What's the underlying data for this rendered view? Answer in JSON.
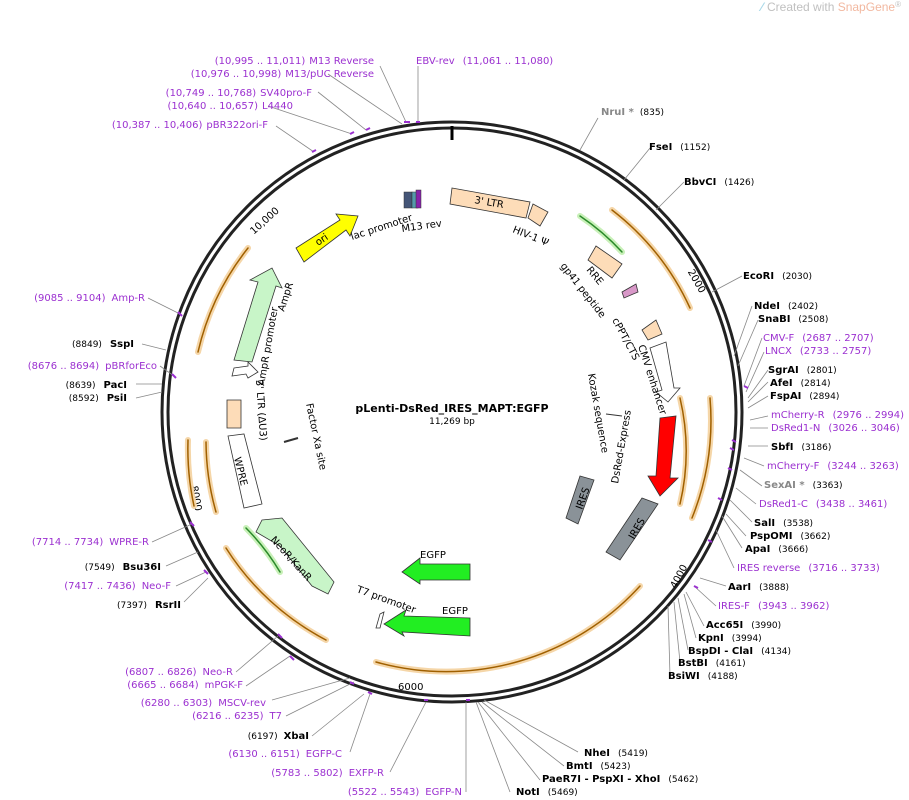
{
  "watermark": {
    "prefix": "Created with ",
    "brand": "SnapGene",
    "reg": "®"
  },
  "plasmid": {
    "name": "pLenti-DsRed_IRES_MAPT:EGFP",
    "size": "11,269 bp"
  },
  "ticks": [
    "2000",
    "4000",
    "6000",
    "8000",
    "10,000"
  ],
  "colors": {
    "primer": "#9b30d0",
    "site": "#000000",
    "grey": "#888888",
    "orange": "#f0a030",
    "gfp": "#22ee22",
    "dsred": "#ff0000",
    "ires": "#8a9298",
    "ampr": "#c8f5c8",
    "ori": "#ffff00",
    "ltr": "#fddcb8"
  },
  "features": {
    "ltr3": "3' LTR",
    "hiv": "HIV-1 Ψ",
    "rre": "RRE",
    "gp41": "gp41 peptide",
    "cppt": "cPPT/CTS",
    "cmv": "CMV enhancer",
    "kozak": "Kozak sequence",
    "dsred": "DsRed-Express",
    "ires1": "IRES",
    "ires2": "IRES",
    "egfp1": "EGFP",
    "egfp2": "EGFP",
    "t7": "T7 promoter",
    "neor": "NeoR/KanR",
    "wpre": "WPRE",
    "ltr3d": "3' LTR (ΔU3)",
    "factorxa": "Factor Xa site",
    "ampr": "AmpR",
    "amppro": "AmpR promoter",
    "ori": "ori",
    "lac": "lac promoter",
    "m13": "M13 rev"
  },
  "labels": {
    "l_m13rev": {
      "name": "M13 Reverse",
      "coord": "(10,995 .. 11,011)"
    },
    "l_m13puc": {
      "name": "M13/pUC Reverse",
      "coord": "(10,976 .. 10,998)"
    },
    "l_sv40": {
      "name": "SV40pro-F",
      "coord": "(10,749 .. 10,768)"
    },
    "l_l4440": {
      "name": "L4440",
      "coord": "(10,640 .. 10,657)"
    },
    "l_pbr322": {
      "name": "pBR322ori-F",
      "coord": "(10,387 .. 10,406)"
    },
    "l_ebv": {
      "name": "EBV-rev",
      "coord": "(11,061 .. 11,080)"
    },
    "l_nrui": {
      "name": "NruI *",
      "coord": "(835)"
    },
    "l_fsei": {
      "name": "FseI",
      "coord": "(1152)"
    },
    "l_bbvci": {
      "name": "BbvCI",
      "coord": "(1426)"
    },
    "l_ecori": {
      "name": "EcoRI",
      "coord": "(2030)"
    },
    "l_ndei": {
      "name": "NdeI",
      "coord": "(2402)"
    },
    "l_snabi": {
      "name": "SnaBI",
      "coord": "(2508)"
    },
    "l_cmvf": {
      "name": "CMV-F",
      "coord": "(2687 .. 2707)"
    },
    "l_lncx": {
      "name": "LNCX",
      "coord": "(2733 .. 2757)"
    },
    "l_sgrai": {
      "name": "SgrAI",
      "coord": "(2801)"
    },
    "l_afei": {
      "name": "AfeI",
      "coord": "(2814)"
    },
    "l_fspai": {
      "name": "FspAI",
      "coord": "(2894)"
    },
    "l_mchr": {
      "name": "mCherry-R",
      "coord": "(2976 .. 2994)"
    },
    "l_dsred1n": {
      "name": "DsRed1-N",
      "coord": "(3026 .. 3046)"
    },
    "l_sbfi": {
      "name": "SbfI",
      "coord": "(3186)"
    },
    "l_mchf": {
      "name": "mCherry-F",
      "coord": "(3244 .. 3263)"
    },
    "l_sexai": {
      "name": "SexAI *",
      "coord": "(3363)"
    },
    "l_dsred1c": {
      "name": "DsRed1-C",
      "coord": "(3438 .. 3461)"
    },
    "l_sali": {
      "name": "SalI",
      "coord": "(3538)"
    },
    "l_pspomi": {
      "name": "PspOMI",
      "coord": "(3662)"
    },
    "l_apai": {
      "name": "ApaI",
      "coord": "(3666)"
    },
    "l_iresrev": {
      "name": "IRES reverse",
      "coord": "(3716 .. 3733)"
    },
    "l_aari": {
      "name": "AarI",
      "coord": "(3888)"
    },
    "l_iresf": {
      "name": "IRES-F",
      "coord": "(3943 .. 3962)"
    },
    "l_acc65i": {
      "name": "Acc65I",
      "coord": "(3990)"
    },
    "l_kpni": {
      "name": "KpnI",
      "coord": "(3994)"
    },
    "l_bspdi": {
      "name": "BspDI - ClaI",
      "coord": "(4134)"
    },
    "l_bstbi": {
      "name": "BstBI",
      "coord": "(4161)"
    },
    "l_bsiwi": {
      "name": "BsiWI",
      "coord": "(4188)"
    },
    "l_nhei": {
      "name": "NheI",
      "coord": "(5419)"
    },
    "l_bmti": {
      "name": "BmtI",
      "coord": "(5423)"
    },
    "l_paer7i": {
      "name": "PaeR7I - PspXI - XhoI",
      "coord": "(5462)"
    },
    "l_noti": {
      "name": "NotI",
      "coord": "(5469)"
    },
    "l_egfpn": {
      "name": "EGFP-N",
      "coord": "(5522 .. 5543)"
    },
    "l_exfpr": {
      "name": "EXFP-R",
      "coord": "(5783 .. 5802)"
    },
    "l_egfpc": {
      "name": "EGFP-C",
      "coord": "(6130 .. 6151)"
    },
    "l_xbai": {
      "name": "XbaI",
      "coord": "(6197)"
    },
    "l_t7": {
      "name": "T7",
      "coord": "(6216 .. 6235)"
    },
    "l_mscv": {
      "name": "MSCV-rev",
      "coord": "(6280 .. 6303)"
    },
    "l_mpgkf": {
      "name": "mPGK-F",
      "coord": "(6665 .. 6684)"
    },
    "l_neor": {
      "name": "Neo-R",
      "coord": "(6807 .. 6826)"
    },
    "l_rsrii": {
      "name": "RsrII",
      "coord": "(7397)"
    },
    "l_neof": {
      "name": "Neo-F",
      "coord": "(7417 .. 7436)"
    },
    "l_bsu36i": {
      "name": "Bsu36I",
      "coord": "(7549)"
    },
    "l_wprer": {
      "name": "WPRE-R",
      "coord": "(7714 .. 7734)"
    },
    "l_psii": {
      "name": "PsiI",
      "coord": "(8592)"
    },
    "l_paci": {
      "name": "PacI",
      "coord": "(8639)"
    },
    "l_pbrfor": {
      "name": "pBRforEco",
      "coord": "(8676 .. 8694)"
    },
    "l_sspi": {
      "name": "SspI",
      "coord": "(8849)"
    },
    "l_ampr": {
      "name": "Amp-R",
      "coord": "(9085 .. 9104)"
    }
  }
}
